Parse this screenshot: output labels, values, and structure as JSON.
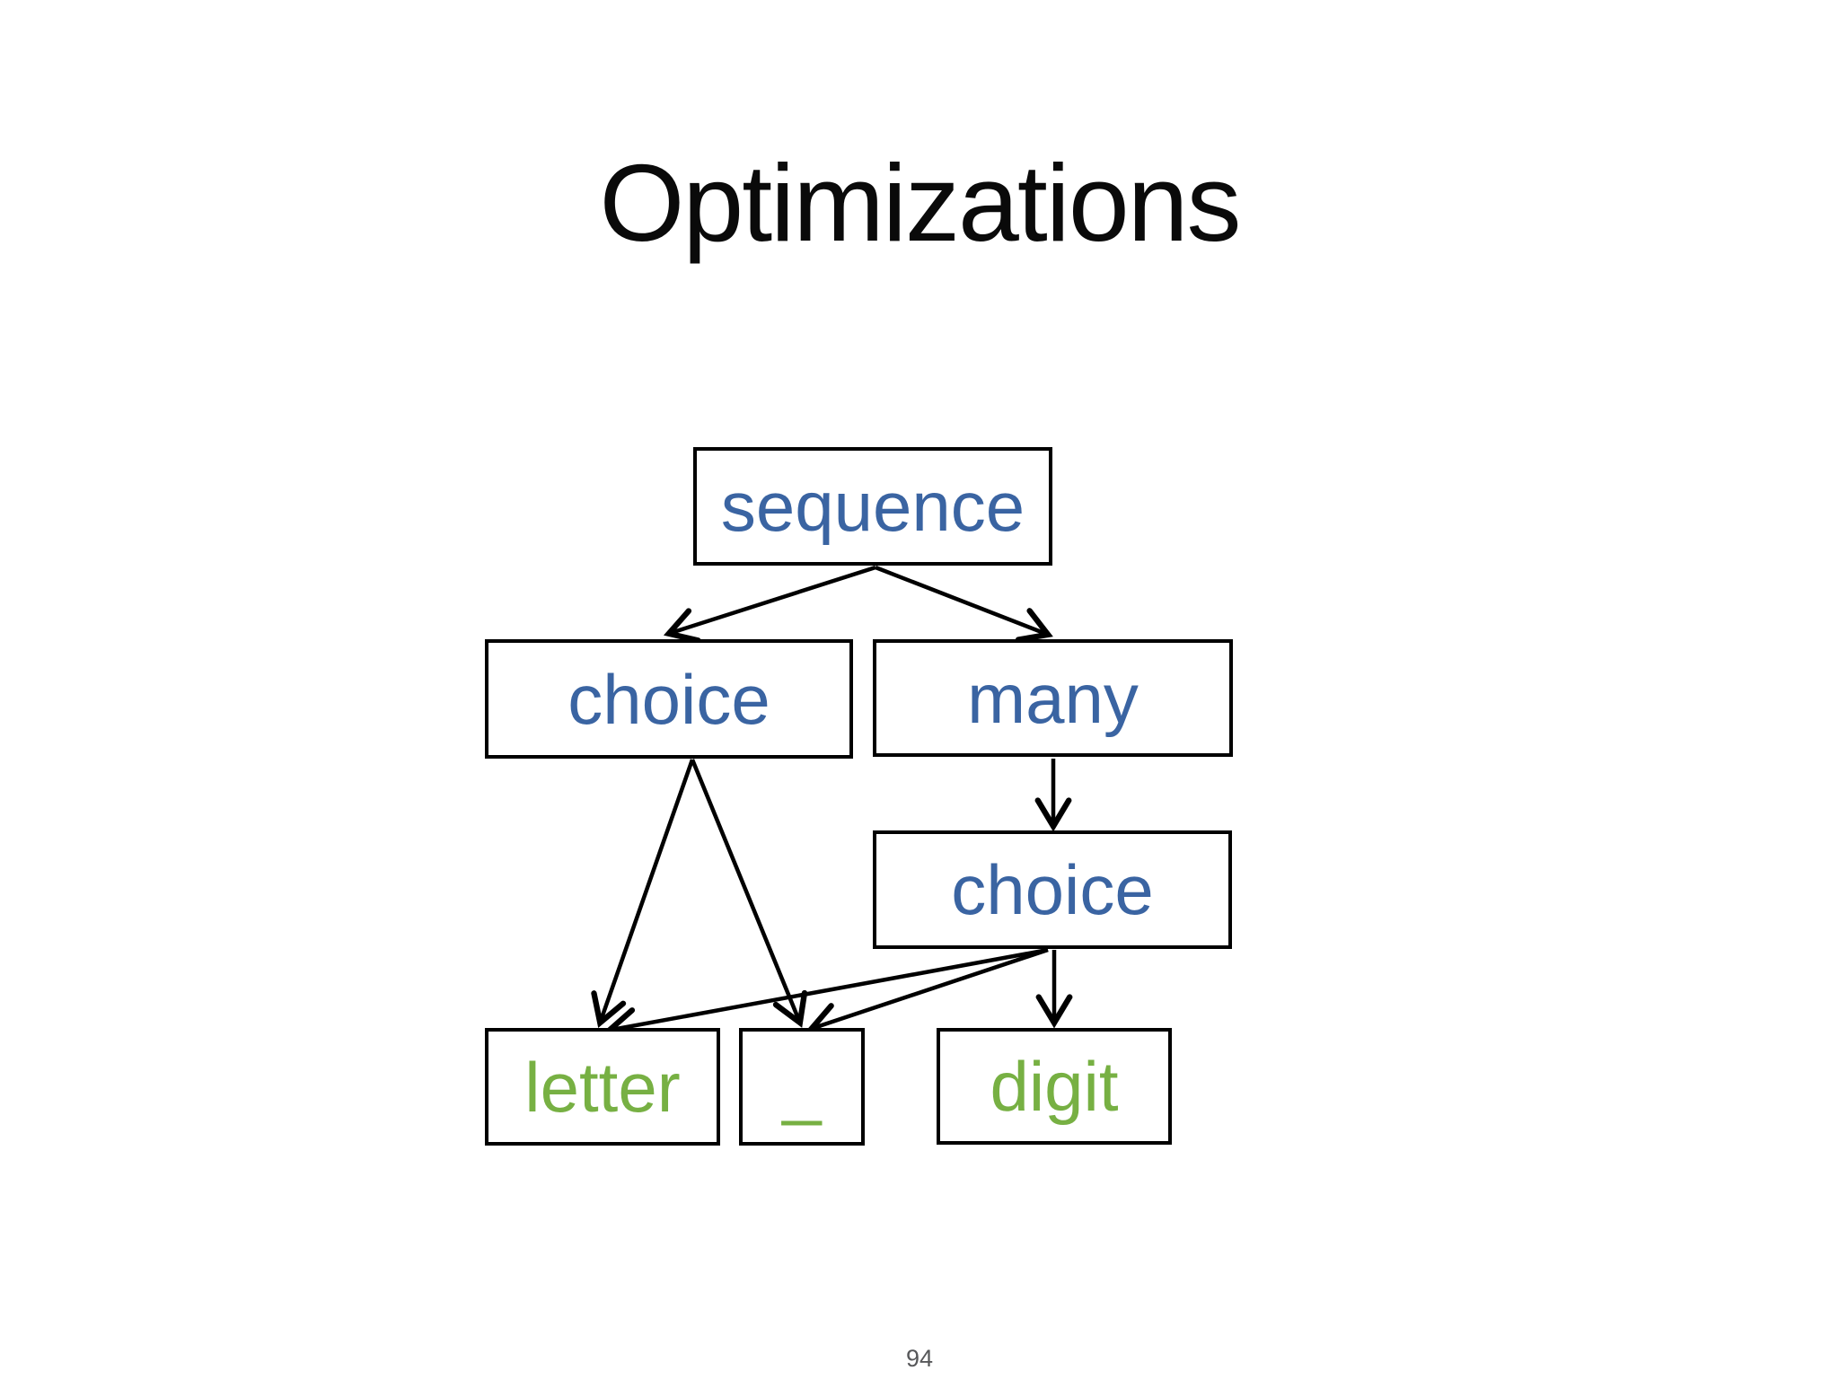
{
  "slide": {
    "title": "Optimizations",
    "page_number": "94"
  },
  "colors": {
    "background": "#ffffff",
    "node-blue": "#3a64a2",
    "node-green": "#77b043",
    "line-black": "#000000",
    "pagenum-gray": "#57585a"
  },
  "diagram": {
    "type": "tree",
    "nodes": [
      {
        "id": "sequence",
        "label": "sequence",
        "color": "blue"
      },
      {
        "id": "choice-left",
        "label": "choice",
        "color": "blue"
      },
      {
        "id": "many",
        "label": "many",
        "color": "blue"
      },
      {
        "id": "choice-right",
        "label": "choice",
        "color": "blue"
      },
      {
        "id": "letter",
        "label": "letter",
        "color": "green"
      },
      {
        "id": "underscore",
        "label": "_",
        "color": "green"
      },
      {
        "id": "digit",
        "label": "digit",
        "color": "green"
      }
    ],
    "edges": [
      {
        "from": "sequence",
        "to": "choice-left"
      },
      {
        "from": "sequence",
        "to": "many"
      },
      {
        "from": "many",
        "to": "choice-right"
      },
      {
        "from": "choice-left",
        "to": "letter"
      },
      {
        "from": "choice-left",
        "to": "underscore"
      },
      {
        "from": "choice-right",
        "to": "letter"
      },
      {
        "from": "choice-right",
        "to": "underscore"
      },
      {
        "from": "choice-right",
        "to": "digit"
      }
    ]
  }
}
